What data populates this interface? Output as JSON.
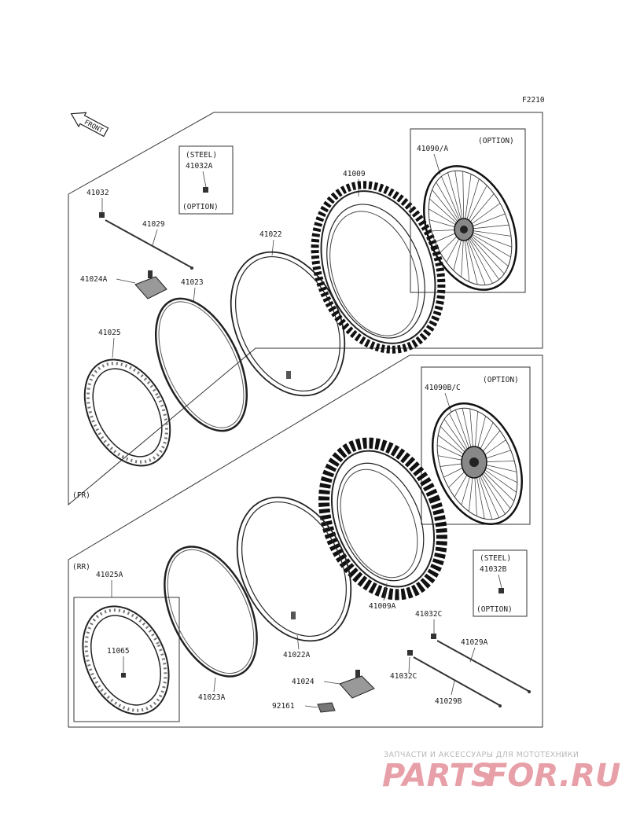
{
  "figure_code": "F2210",
  "front_arrow": "FRONT",
  "sections": {
    "front": "(FR)",
    "rear": "(RR)"
  },
  "option_boxes": {
    "steel_front": {
      "title": "(STEEL)",
      "part": "41032A",
      "note": "(OPTION)"
    },
    "wheel_front": {
      "part": "41090/A",
      "note": "(OPTION)"
    },
    "wheel_rear": {
      "part": "41090B/C",
      "note": "(OPTION)"
    },
    "steel_rear": {
      "title": "(STEEL)",
      "part": "41032B",
      "note": "(OPTION)"
    }
  },
  "parts": {
    "p41032": "41032",
    "p41029": "41029",
    "p41024A": "41024A",
    "p41023": "41023",
    "p41022": "41022",
    "p41009": "41009",
    "p41025": "41025",
    "p41025A": "41025A",
    "p11065": "11065",
    "p41023A": "41023A",
    "p41022A": "41022A",
    "p41024": "41024",
    "p92161": "92161",
    "p41009A": "41009A",
    "p41032C_a": "41032C",
    "p41032C_b": "41032C",
    "p41029A": "41029A",
    "p41029B": "41029B"
  },
  "watermark": {
    "tagline": "ЗАПЧАСТИ И АКСЕССУАРЫ ДЛЯ МОТОТЕХНИКИ",
    "brand_left": "PARTS",
    "brand_right": "FOR.RU",
    "brand_color": "#e8a0a8"
  }
}
